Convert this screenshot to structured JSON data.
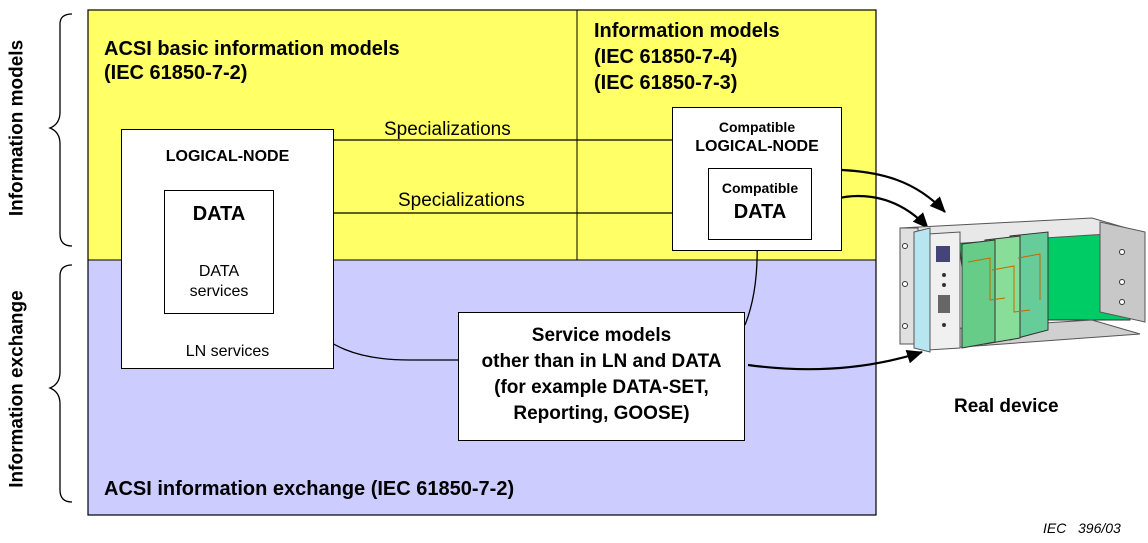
{
  "side_labels": {
    "top": "Information models",
    "bottom": "Information exchange"
  },
  "regions": {
    "basic_models_title": "ACSI basic information models",
    "basic_models_ref": "(IEC 61850-7-2)",
    "info_models_title": "Information models",
    "info_models_ref1": "(IEC 61850-7-4)",
    "info_models_ref2": "(IEC 61850-7-3)",
    "exchange_title": "ACSI information exchange (IEC 61850-7-2)"
  },
  "logical_node": {
    "title": "LOGICAL-NODE",
    "services": "LN services"
  },
  "data_box": {
    "title": "DATA",
    "services_line1": "DATA",
    "services_line2": "services"
  },
  "compatible": {
    "ln_line1": "Compatible",
    "ln_line2": "LOGICAL-NODE",
    "data_line1": "Compatible",
    "data_line2": "DATA"
  },
  "arrows": {
    "spec1": "Specializations",
    "spec2": "Specializations"
  },
  "service_models": {
    "line1": "Service models",
    "line2": "other than in LN and DATA",
    "line3": "(for example DATA-SET,",
    "line4": "Reporting, GOOSE)"
  },
  "device": {
    "label": "Real device"
  },
  "figure_id": "IEC   396/03",
  "colors": {
    "models_region": "#ffff66",
    "exchange_region": "#ccccff",
    "board_green": "#00cc66"
  }
}
